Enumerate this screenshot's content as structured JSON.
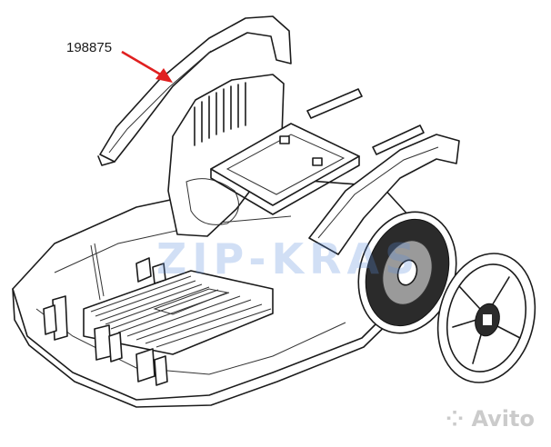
{
  "callout": {
    "part_number": "198875",
    "arrow_color": "#e02020"
  },
  "watermark": {
    "text": "ZIP-KRAS"
  },
  "brand": {
    "text": "Avito",
    "icon": "avito-dots-icon"
  }
}
